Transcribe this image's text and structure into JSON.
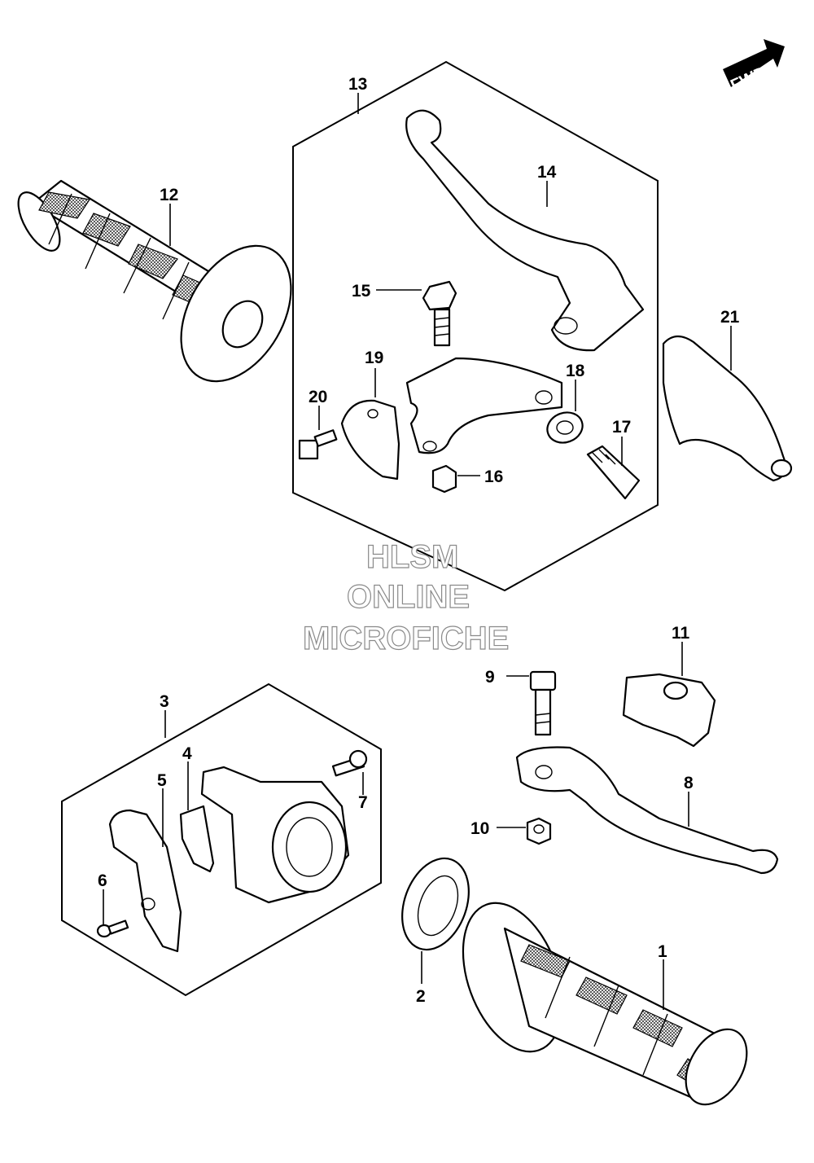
{
  "badge": {
    "text": "FWD"
  },
  "watermark": {
    "line1": "HLSM",
    "line2": "ONLINE",
    "line3": "MICROFICHE"
  },
  "labels": {
    "p1": "1",
    "p2": "2",
    "p3": "3",
    "p4": "4",
    "p5": "5",
    "p6": "6",
    "p7": "7",
    "p8": "8",
    "p9": "9",
    "p10": "10",
    "p11": "11",
    "p12": "12",
    "p13": "13",
    "p14": "14",
    "p15": "15",
    "p16": "16",
    "p17": "17",
    "p18": "18",
    "p19": "19",
    "p20": "20",
    "p21": "21"
  },
  "colors": {
    "line": "#000000",
    "background": "#ffffff",
    "watermark_stroke": "#8a8a8a"
  }
}
